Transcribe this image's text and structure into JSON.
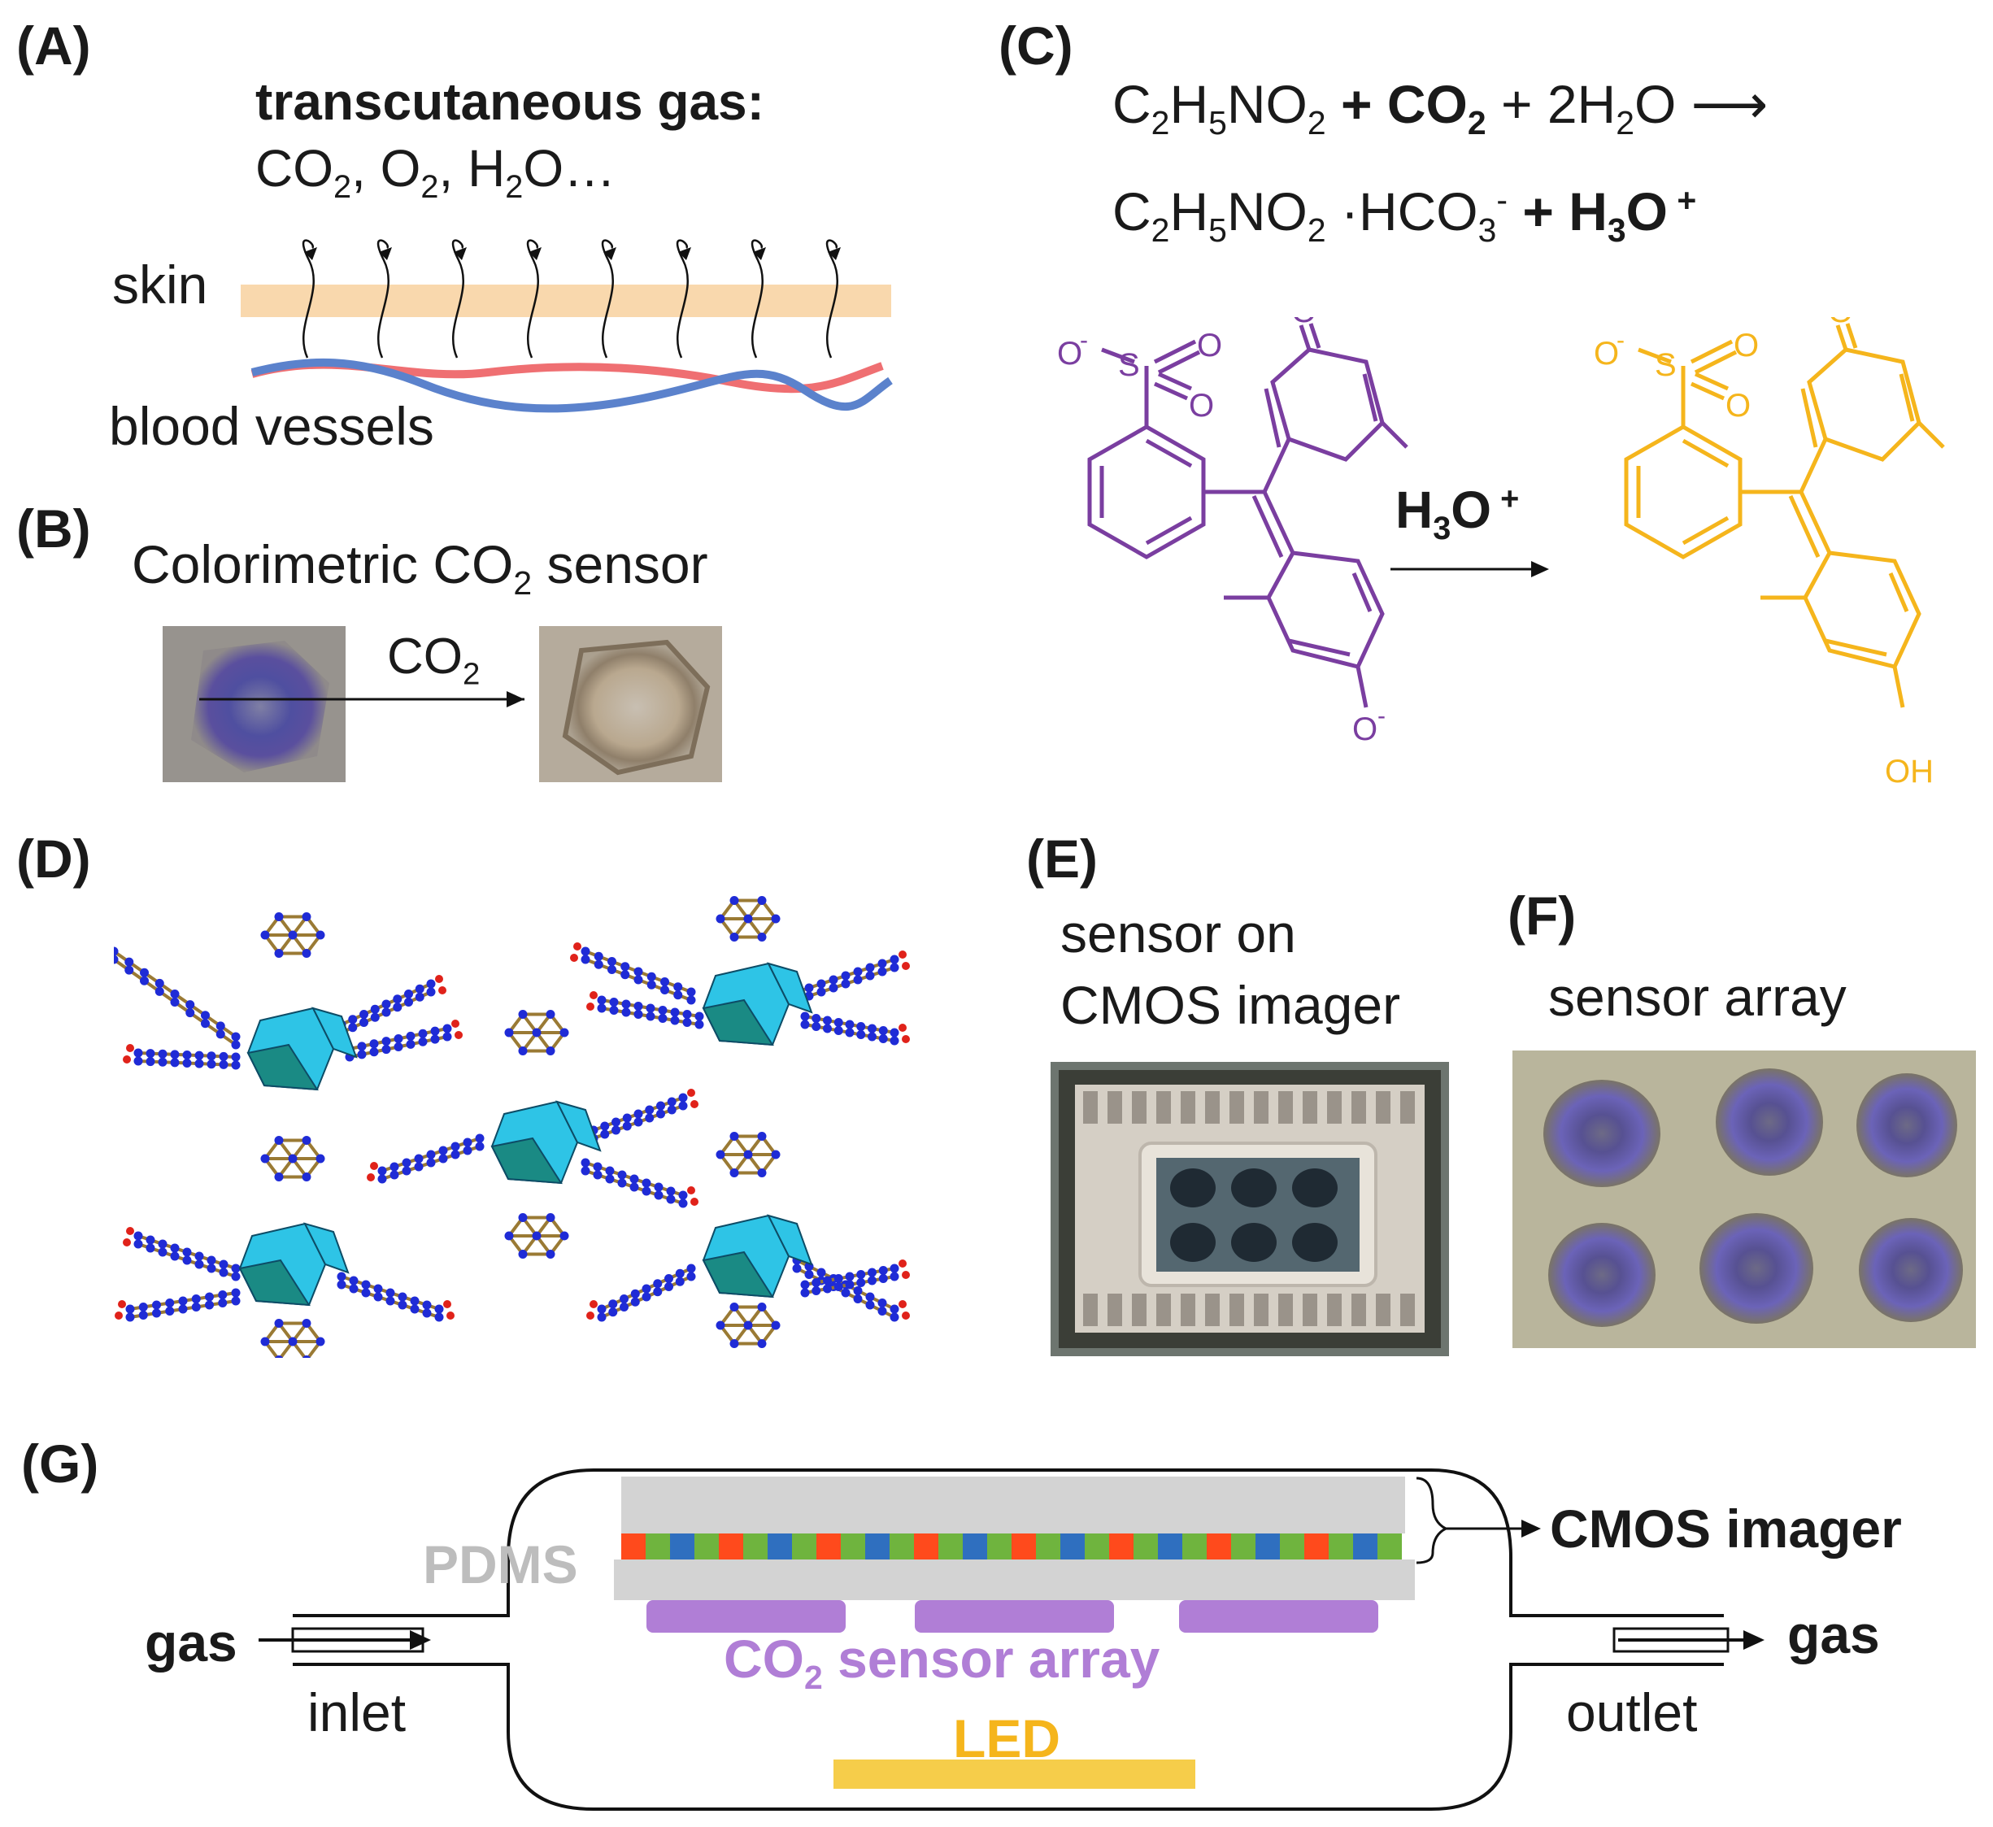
{
  "panelA": {
    "label": "(A)",
    "title": "transcutaneous gas:",
    "gases": {
      "co": "CO",
      "co_sub": "2",
      "o": ", O",
      "o_sub": "2",
      "h": ", H",
      "h_sub": "2",
      "tail": "O…"
    },
    "skin": "skin",
    "vessels": "blood vessels",
    "colors": {
      "skin": "#f9d8ad",
      "artery": "#ef6f72",
      "vein": "#5b82cc"
    }
  },
  "panelB": {
    "label": "(B)",
    "title_pre": "Colorimetric CO",
    "title_sub": "2",
    "title_post": " sensor",
    "arrow_pre": "CO",
    "arrow_sub": "2",
    "colors": {
      "before": "#5a4f9e",
      "after": "#b9a88f"
    }
  },
  "panelC": {
    "label": "(C)",
    "eq1": {
      "a": "C",
      "a1": "2",
      "b": "H",
      "b1": "5",
      "c": "NO",
      "c1": "2",
      "plus1": " + ",
      "co2": "CO",
      "co2s": "2",
      "plus2": " + 2H",
      "h2s": "2",
      "end": "O ⟶"
    },
    "eq2": {
      "a": "C",
      "a1": "2",
      "b": "H",
      "b1": "5",
      "c": "NO",
      "c1": "2",
      "dot": " ·HCO",
      "dot1": "3",
      "dotsup": "-",
      "plus": " + ",
      "h3": "H",
      "h3s": "3",
      "o": "O",
      "osup": " +"
    },
    "molecule": {
      "o": "O",
      "os": "O",
      "o_minus": "O",
      "minus": "-",
      "s": "S",
      "oh": "OH"
    },
    "arrow": {
      "h": "H",
      "h_sub": "3",
      "o": "O",
      "o_sup": " +"
    },
    "colors": {
      "purple": "#7a3ea0",
      "yellow": "#f5b51c"
    }
  },
  "panelD": {
    "label": "(D)",
    "colors": {
      "polyhedron": "#2ec4e6",
      "polyhedron_dark": "#1a8a84",
      "node": "#1f2bd6",
      "bond": "#9a7a34",
      "oxygen": "#e0221a"
    }
  },
  "panelE": {
    "label": "(E)",
    "line1": "sensor on",
    "line2": "CMOS imager"
  },
  "panelF": {
    "label": "(F)",
    "title": "sensor array",
    "colors": {
      "background": "#b9b59c",
      "spot": "#5e57a6"
    }
  },
  "panelG": {
    "label": "(G)",
    "pdms": "PDMS",
    "cmos": "CMOS imager",
    "sensor_pre": "CO",
    "sensor_sub": "2",
    "sensor_post": " sensor array",
    "led": "LED",
    "gas_in": "gas",
    "gas_out": "gas",
    "inlet": "inlet",
    "outlet": "outlet",
    "colors": {
      "pdms": "#bdbdbd",
      "layer": "#d3d3d3",
      "sensor": "#b07ed6",
      "led": "#f6cd4a",
      "pix_red": "#ff4a1c",
      "pix_green": "#6fb43e",
      "pix_blue": "#2f6fbf"
    }
  }
}
